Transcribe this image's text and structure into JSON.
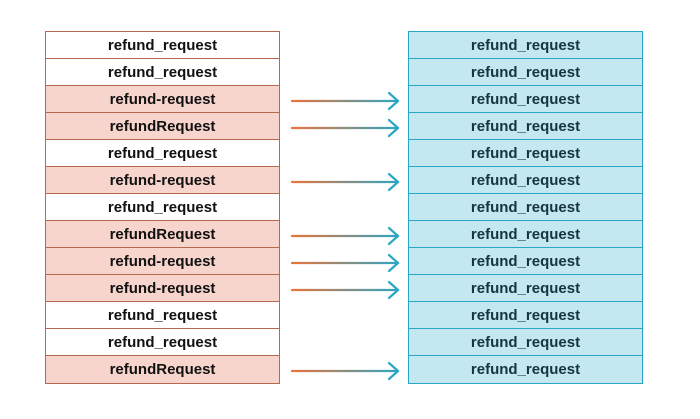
{
  "left_column": [
    {
      "label": "refund_request",
      "style": "canonical",
      "normalized": false
    },
    {
      "label": "refund_request",
      "style": "canonical",
      "normalized": false
    },
    {
      "label": "refund-request",
      "style": "variant",
      "normalized": true
    },
    {
      "label": "refundRequest",
      "style": "variant",
      "normalized": true
    },
    {
      "label": "refund_request",
      "style": "canonical",
      "normalized": false
    },
    {
      "label": "refund-request",
      "style": "variant",
      "normalized": true
    },
    {
      "label": "refund_request",
      "style": "canonical",
      "normalized": false
    },
    {
      "label": "refundRequest",
      "style": "variant",
      "normalized": true
    },
    {
      "label": "refund-request",
      "style": "variant",
      "normalized": true
    },
    {
      "label": "refund-request",
      "style": "variant",
      "normalized": true
    },
    {
      "label": "refund_request",
      "style": "canonical",
      "normalized": false
    },
    {
      "label": "refund_request",
      "style": "canonical",
      "normalized": false
    },
    {
      "label": "refundRequest",
      "style": "variant",
      "normalized": true
    }
  ],
  "right_column": [
    "refund_request",
    "refund_request",
    "refund_request",
    "refund_request",
    "refund_request",
    "refund_request",
    "refund_request",
    "refund_request",
    "refund_request",
    "refund_request",
    "refund_request",
    "refund_request",
    "refund_request"
  ],
  "colors": {
    "variant_fill": "#f7d4cc",
    "left_border": "#b5694e",
    "right_fill": "#c4e8ef",
    "right_border": "#2aa7c4",
    "arrow_start": "#e8743b",
    "arrow_end": "#2aa7c4"
  }
}
